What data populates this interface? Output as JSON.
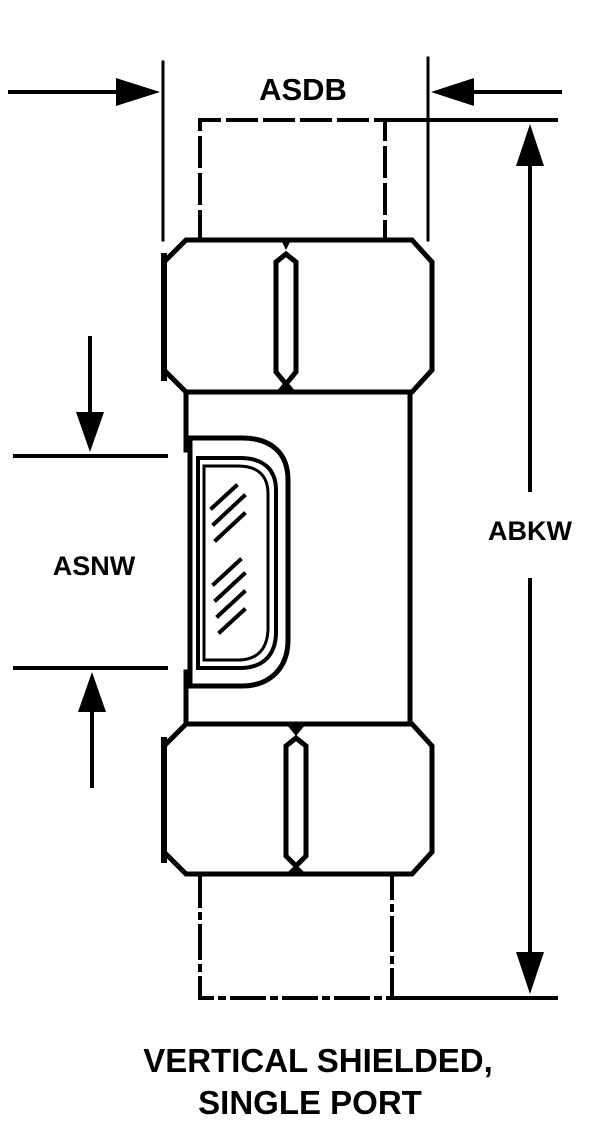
{
  "labels": {
    "width_top": "ASDB",
    "height_right": "ABKW",
    "window_left": "ASNW"
  },
  "caption": {
    "line1": "VERTICAL SHIELDED,",
    "line2": "SINGLE PORT"
  }
}
